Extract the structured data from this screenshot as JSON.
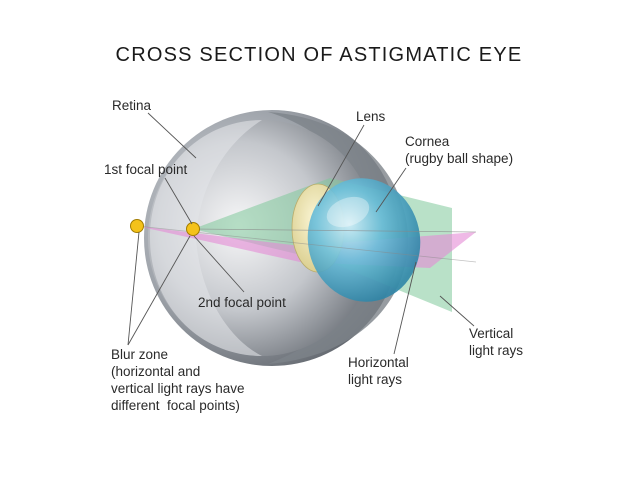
{
  "title": "CROSS SECTION OF ASTIGMATIC EYE",
  "labels": {
    "retina": "Retina",
    "lens": "Lens",
    "cornea": [
      "Cornea",
      "(rugby ball shape)"
    ],
    "first_focal_point": "1st focal point",
    "second_focal_point": "2nd focal point",
    "blur_zone": [
      "Blur zone",
      "(horizontal and",
      "vertical light rays have",
      "different  focal points)"
    ],
    "vertical_light_rays": [
      "Vertical",
      "light rays"
    ],
    "horizontal_light_rays": [
      "Horizontal",
      "light rays"
    ]
  },
  "colors": {
    "eyeball_shell": "#8a8f96",
    "eyeball_inner": "#c9ccd1",
    "lens": "#efe6b4",
    "cornea": "#4fb0cf",
    "vertical_rays": "#7fc99a",
    "horizontal_rays": "#e58ad6",
    "focal_point": "#f4c21a"
  }
}
